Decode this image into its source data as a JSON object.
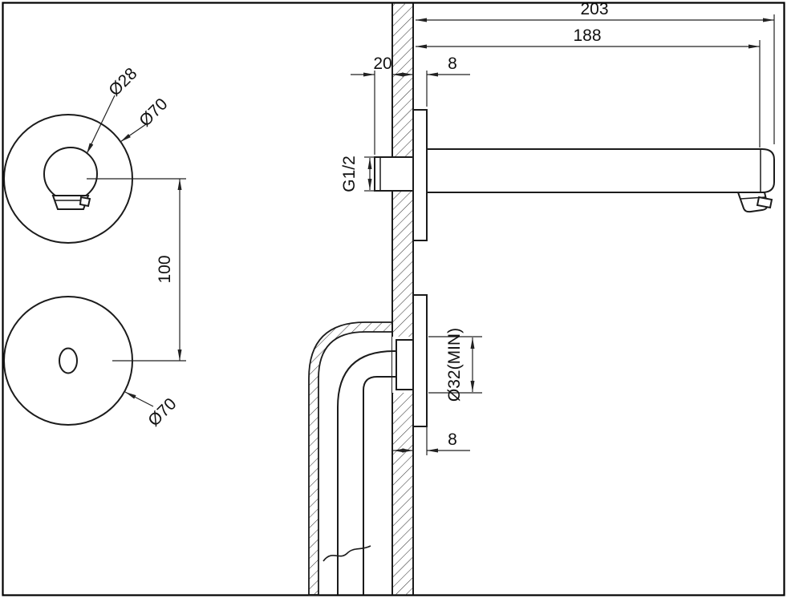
{
  "drawing": {
    "kind": "faucet-installation-technical-drawing",
    "colors": {
      "line": "#1b1b1b",
      "background": "#ffffff"
    },
    "dims": {
      "total_length": "203",
      "spout_length": "188",
      "thread_length": "20",
      "flange_thickness_top": "8",
      "thread_size": "G1/2",
      "spout_diameter": "Ø28",
      "escutcheon_top": "Ø70",
      "center_distance": "100",
      "escutcheon_bottom": "Ø70",
      "wall_hole_min": "Ø32(MIN)",
      "flange_thickness_bottom": "8"
    }
  }
}
